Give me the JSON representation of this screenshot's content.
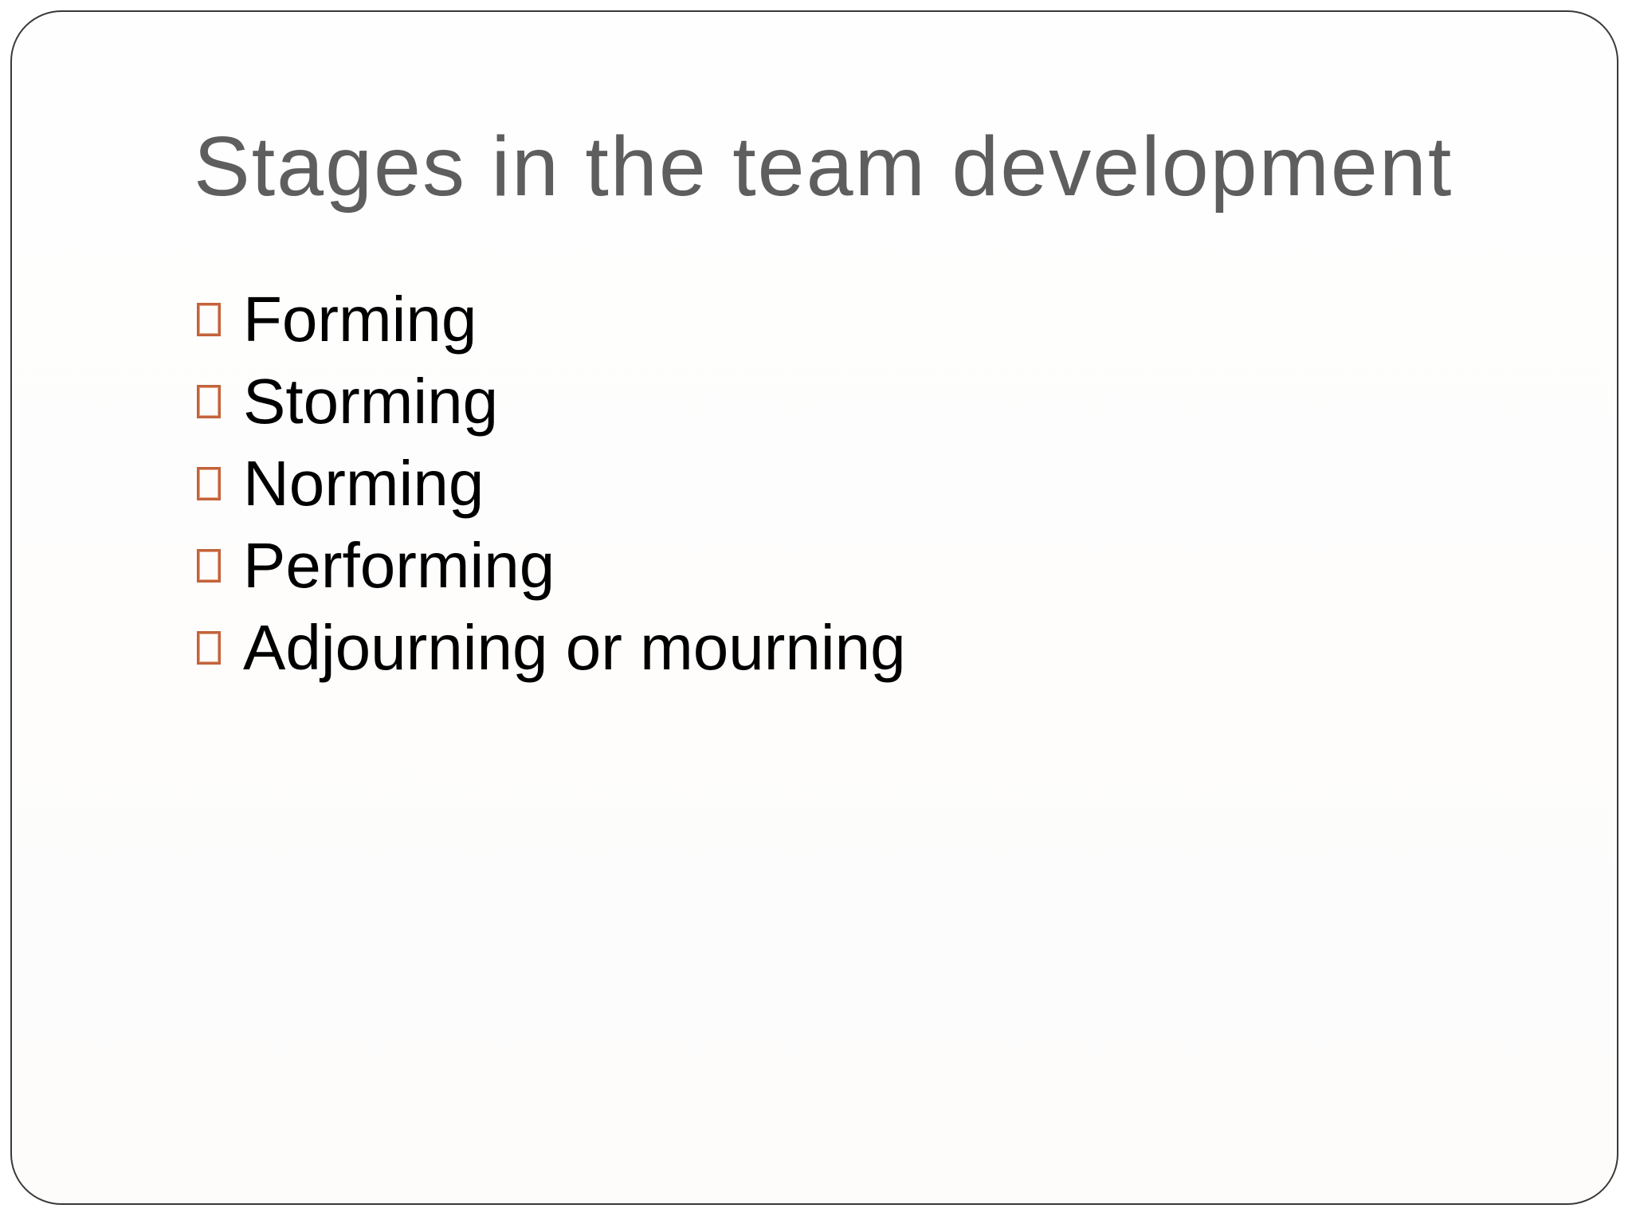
{
  "slide": {
    "title": "Stages in the team development",
    "bullets": [
      {
        "label": "Forming"
      },
      {
        "label": "Storming"
      },
      {
        "label": "Norming"
      },
      {
        "label": "Performing"
      },
      {
        "label": "Adjourning or mourning"
      }
    ],
    "bullet_glyph": "hollow-square-icon",
    "colors": {
      "title_text": "#5E5E5E",
      "body_text": "#000000",
      "bullet_border": "#C2633C",
      "slide_border": "#393939",
      "slide_background": "#FFFFFF"
    }
  }
}
